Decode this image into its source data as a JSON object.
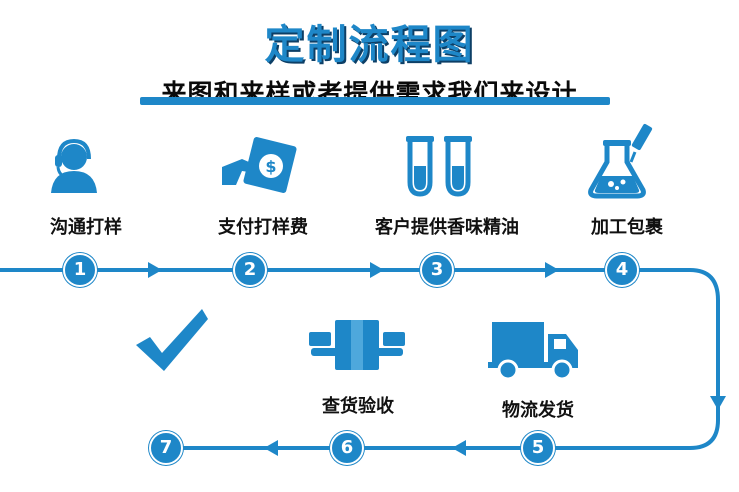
{
  "title": "定制流程图",
  "subtitle": "来图和来样或者提供需求我们来设计",
  "accent_color": "#1e87c8",
  "steps": [
    {
      "num": "1",
      "label": "沟通打样",
      "icon": "headset-user-icon"
    },
    {
      "num": "2",
      "label": "支付打样费",
      "icon": "payment-icon"
    },
    {
      "num": "3",
      "label": "客户提供香味精油",
      "icon": "test-tubes-icon"
    },
    {
      "num": "4",
      "label": "加工包裹",
      "icon": "flask-dropper-icon"
    },
    {
      "num": "5",
      "label": "物流发货",
      "icon": "delivery-truck-icon"
    },
    {
      "num": "6",
      "label": "查货验收",
      "icon": "package-inspect-icon"
    },
    {
      "num": "7",
      "label": "",
      "icon": "checkmark-icon"
    }
  ]
}
